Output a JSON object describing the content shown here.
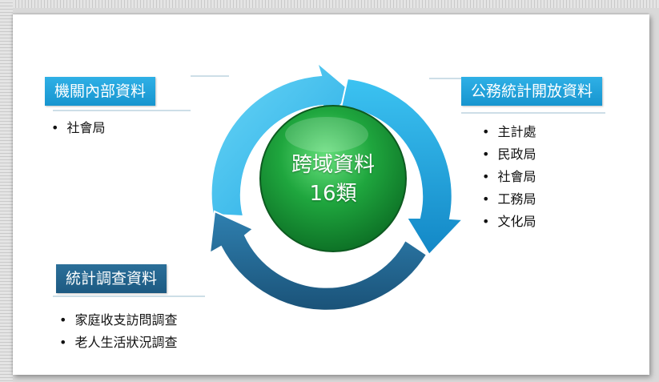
{
  "center": {
    "line1": "跨域資料",
    "line2": "16類"
  },
  "left_top": {
    "title": "機關內部資料",
    "items": [
      "社會局"
    ]
  },
  "right": {
    "title": "公務統計開放資料",
    "items": [
      "主計處",
      "民政局",
      "社會局",
      "工務局",
      "文化局"
    ]
  },
  "left_bottom": {
    "title": "統計調查資料",
    "items": [
      "家庭收支訪問調查",
      "老人生活狀況調查"
    ]
  },
  "colors": {
    "arrow_light": "#3fc4f0",
    "arrow_mid": "#1aa8e0",
    "arrow_dark": "#2a6f9a",
    "center_green": "#1f9d3a"
  }
}
